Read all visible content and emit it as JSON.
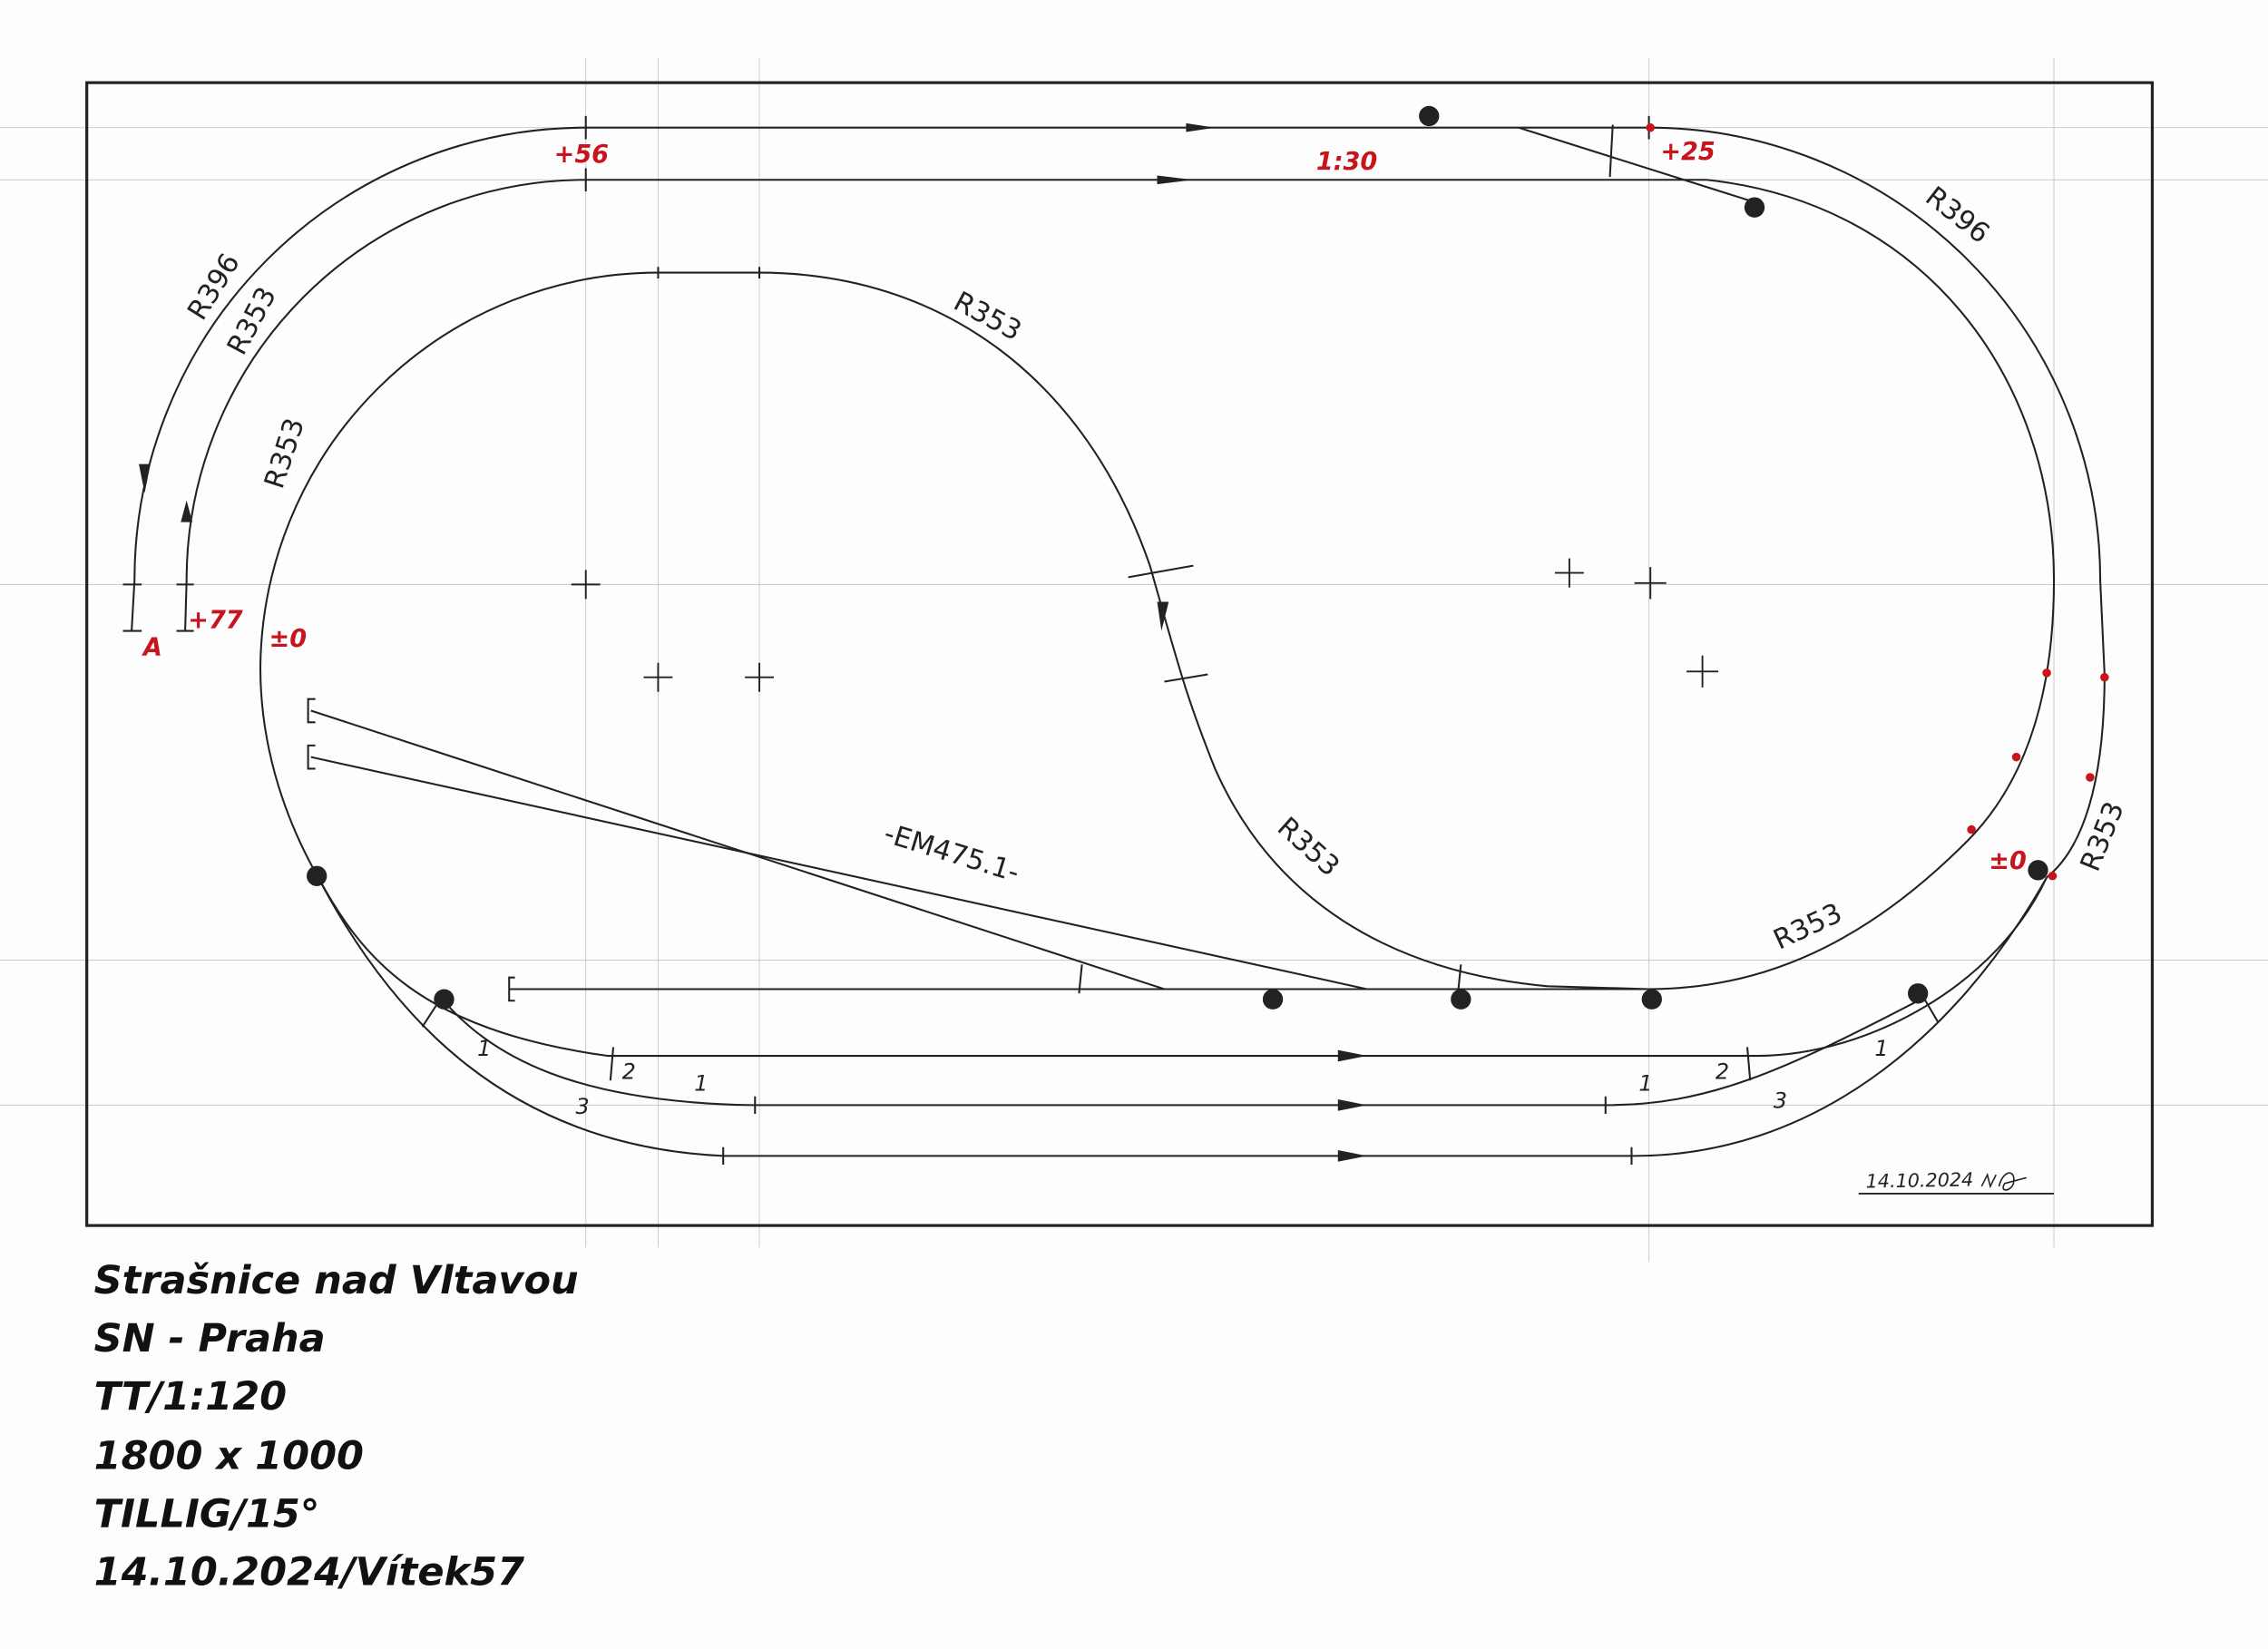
{
  "plan": {
    "labels": {
      "r396_left": "R396",
      "r353_left_outer": "R353",
      "r353_left_inner": "R353",
      "r353_top_middle": "R353",
      "r396_right": "R396",
      "r353_center": "R353",
      "r353_lower_right": "R353",
      "r353_right": "R353",
      "siding": "-EM475.1-",
      "gradient": "1:30"
    },
    "heights": {
      "h56": "+56",
      "h25": "+25",
      "h77": "+77",
      "point_a": "A",
      "zero_left": "±0",
      "zero_right": "±0"
    },
    "track_numbers": {
      "left_1a": "1",
      "left_2": "2",
      "left_1b": "1",
      "left_3": "3",
      "right_1a": "1",
      "right_2": "2",
      "right_1b": "1",
      "right_3": "3"
    },
    "signature": "14.10.2024"
  },
  "title_block": {
    "lines": [
      "Strašnice nad Vltavou",
      "SN - Praha",
      "TT/1:120",
      "1800 x 1000",
      "TILLIG/15°",
      "14.10.2024/Vítek57"
    ]
  },
  "colors": {
    "ink": "#222222",
    "height_marks": "#c8141c"
  }
}
